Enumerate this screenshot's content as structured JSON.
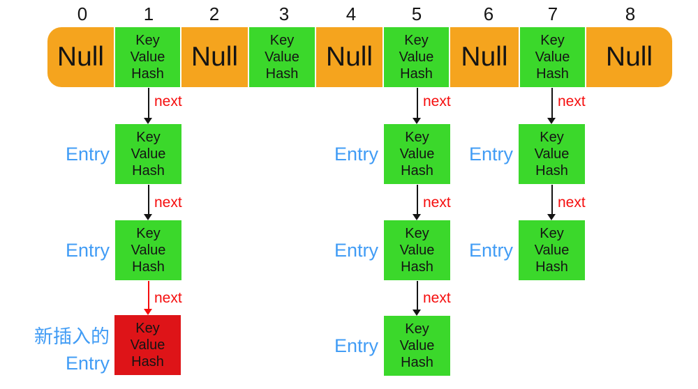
{
  "colors": {
    "background": "#ffffff",
    "bar_orange": "#f5a41e",
    "entry_green": "#3bd82b",
    "new_entry_red": "#de1418",
    "next_red": "#f50d0d",
    "entry_blue": "#419cf5",
    "ink": "#141414"
  },
  "indices": [
    "0",
    "1",
    "2",
    "3",
    "4",
    "5",
    "6",
    "7",
    "8"
  ],
  "labels": {
    "null_bucket": "Null",
    "key": "Key",
    "value": "Value",
    "hash": "Hash",
    "next": "next",
    "entry": "Entry",
    "new_entry_line1": "新插入的",
    "new_entry_line2": "Entry"
  },
  "structure": {
    "bucket_count": 9,
    "null_buckets": [
      "0",
      "2",
      "4",
      "6",
      "8"
    ],
    "occupied_buckets": [
      "1",
      "3",
      "5",
      "7"
    ],
    "chains": {
      "bucket_1": {
        "entries": 3,
        "last_entry_is_new": true,
        "last_arrow_color": "red"
      },
      "bucket_5": {
        "entries": 3,
        "last_entry_is_new": false
      },
      "bucket_7": {
        "entries": 2,
        "last_entry_is_new": false
      }
    }
  }
}
